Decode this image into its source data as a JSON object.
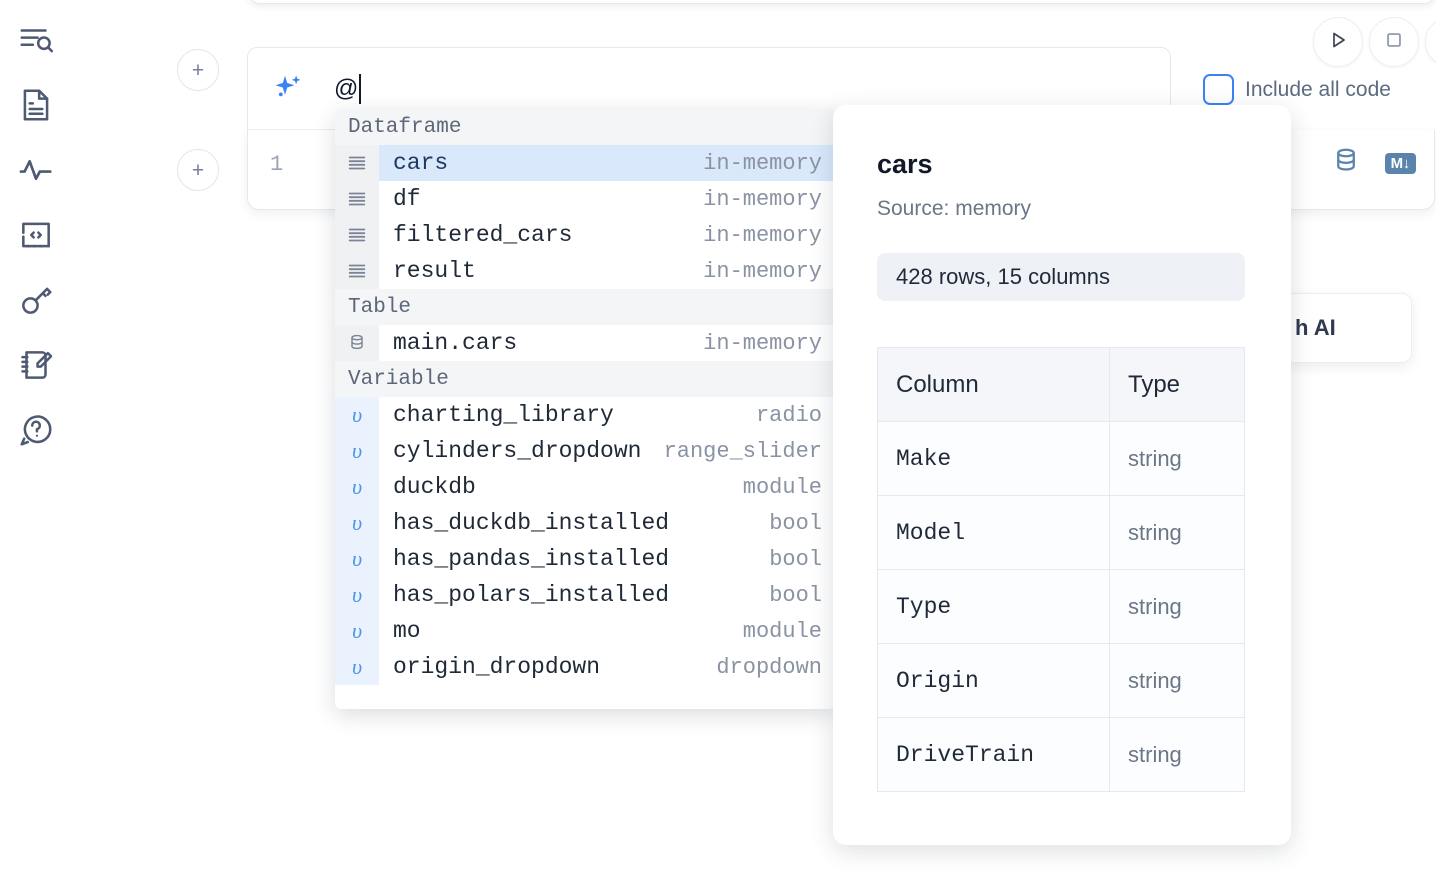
{
  "sidebar": {
    "items": [
      {
        "name": "search-outline-icon",
        "label": "Outline search"
      },
      {
        "name": "document-icon",
        "label": "Notebook file"
      },
      {
        "name": "activity-icon",
        "label": "Activity"
      },
      {
        "name": "code-snippet-icon",
        "label": "Snippets"
      },
      {
        "name": "key-icon",
        "label": "Secrets"
      },
      {
        "name": "scratchpad-icon",
        "label": "Scratchpad"
      },
      {
        "name": "help-chat-icon",
        "label": "Help"
      }
    ]
  },
  "toolbar": {
    "add_cell_label": "+",
    "run_label": "Run",
    "stop_label": "Stop",
    "include_all_code_label": "Include all code",
    "include_all_code_checked": false
  },
  "ai_cell": {
    "sparkle_icon": "sparkle-icon",
    "input_value": "@",
    "caret_visible": true
  },
  "code_cell": {
    "line_number": "1",
    "database_icon": "database-icon",
    "markdown_badge": "M↓"
  },
  "ghost_card": {
    "label": "h AI"
  },
  "autocomplete": {
    "groups": [
      {
        "label": "Dataframe",
        "items": [
          {
            "icon": "dataframe-icon",
            "name": "cars",
            "type": "in-memory",
            "selected": true,
            "kind": "df"
          },
          {
            "icon": "dataframe-icon",
            "name": "df",
            "type": "in-memory",
            "selected": false,
            "kind": "df"
          },
          {
            "icon": "dataframe-icon",
            "name": "filtered_cars",
            "type": "in-memory",
            "selected": false,
            "kind": "df"
          },
          {
            "icon": "dataframe-icon",
            "name": "result",
            "type": "in-memory",
            "selected": false,
            "kind": "df"
          }
        ]
      },
      {
        "label": "Table",
        "items": [
          {
            "icon": "table-icon",
            "name": "main.cars",
            "type": "in-memory",
            "selected": false,
            "kind": "table"
          }
        ]
      },
      {
        "label": "Variable",
        "items": [
          {
            "icon": "variable-icon",
            "name": "charting_library",
            "type": "radio",
            "selected": false,
            "kind": "var"
          },
          {
            "icon": "variable-icon",
            "name": "cylinders_dropdown",
            "type": "range_slider",
            "selected": false,
            "kind": "var"
          },
          {
            "icon": "variable-icon",
            "name": "duckdb",
            "type": "module",
            "selected": false,
            "kind": "var"
          },
          {
            "icon": "variable-icon",
            "name": "has_duckdb_installed",
            "type": "bool",
            "selected": false,
            "kind": "var"
          },
          {
            "icon": "variable-icon",
            "name": "has_pandas_installed",
            "type": "bool",
            "selected": false,
            "kind": "var"
          },
          {
            "icon": "variable-icon",
            "name": "has_polars_installed",
            "type": "bool",
            "selected": false,
            "kind": "var"
          },
          {
            "icon": "variable-icon",
            "name": "mo",
            "type": "module",
            "selected": false,
            "kind": "var"
          },
          {
            "icon": "variable-icon",
            "name": "origin_dropdown",
            "type": "dropdown",
            "selected": false,
            "kind": "var"
          }
        ]
      }
    ]
  },
  "preview": {
    "title": "cars",
    "source": "Source: memory",
    "shape": "428 rows, 15 columns",
    "table": {
      "headers": [
        "Column",
        "Type"
      ],
      "rows": [
        [
          "Make",
          "string"
        ],
        [
          "Model",
          "string"
        ],
        [
          "Type",
          "string"
        ],
        [
          "Origin",
          "string"
        ],
        [
          "DriveTrain",
          "string"
        ]
      ]
    }
  },
  "colors": {
    "accent_blue": "#3b82f6",
    "selected_row_bg": "#d9e8fb",
    "gutter_bg": "#f0f1f3",
    "var_gutter_bg": "#e9f2fd",
    "group_header_bg": "#f4f5f7",
    "icon_gray": "#4e5a72",
    "db_icon_blue": "#5b84ad"
  }
}
